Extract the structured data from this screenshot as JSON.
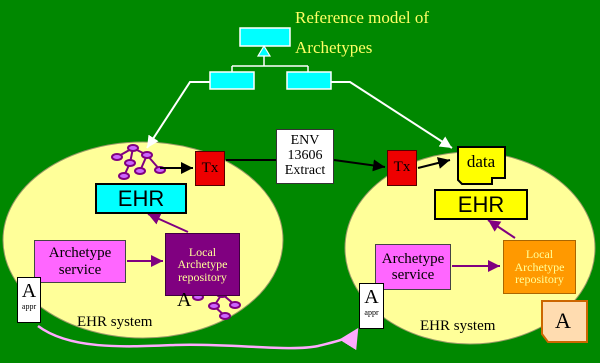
{
  "reference_model": {
    "title_line1": "Reference model of",
    "title_line2": "Archetypes"
  },
  "exchange": {
    "env_label_lines": [
      "ENV",
      "13606",
      "Extract"
    ],
    "tx_label": "Tx",
    "data_label": "data"
  },
  "left_system": {
    "ehr_label": "EHR",
    "service_label_lines": [
      "Archetype",
      "service"
    ],
    "repository_label_lines": [
      "Local",
      "Archetype",
      "repository"
    ],
    "system_label": "EHR system",
    "archetype_letter": "A",
    "doc_letter": "A",
    "doc_caption": "appr"
  },
  "right_system": {
    "ehr_label": "EHR",
    "service_label_lines": [
      "Archetype",
      "service"
    ],
    "repository_label_lines": [
      "Local",
      "Archetype",
      "repository"
    ],
    "system_label": "EHR system",
    "doc_letter": "A",
    "doc_caption": "appr",
    "archetype_letter": "A"
  },
  "colors": {
    "background": "#008800",
    "ellipse_fill": "#ffff99",
    "uml_box": "#00ffff",
    "tx": "#ee0000",
    "ehr_right": "#ffff00",
    "ehr_left": "#00ffff",
    "service": "#ff66ff",
    "repository_left": "#800080",
    "repository_right": "#ff9900",
    "connector": "#ffaaff"
  }
}
